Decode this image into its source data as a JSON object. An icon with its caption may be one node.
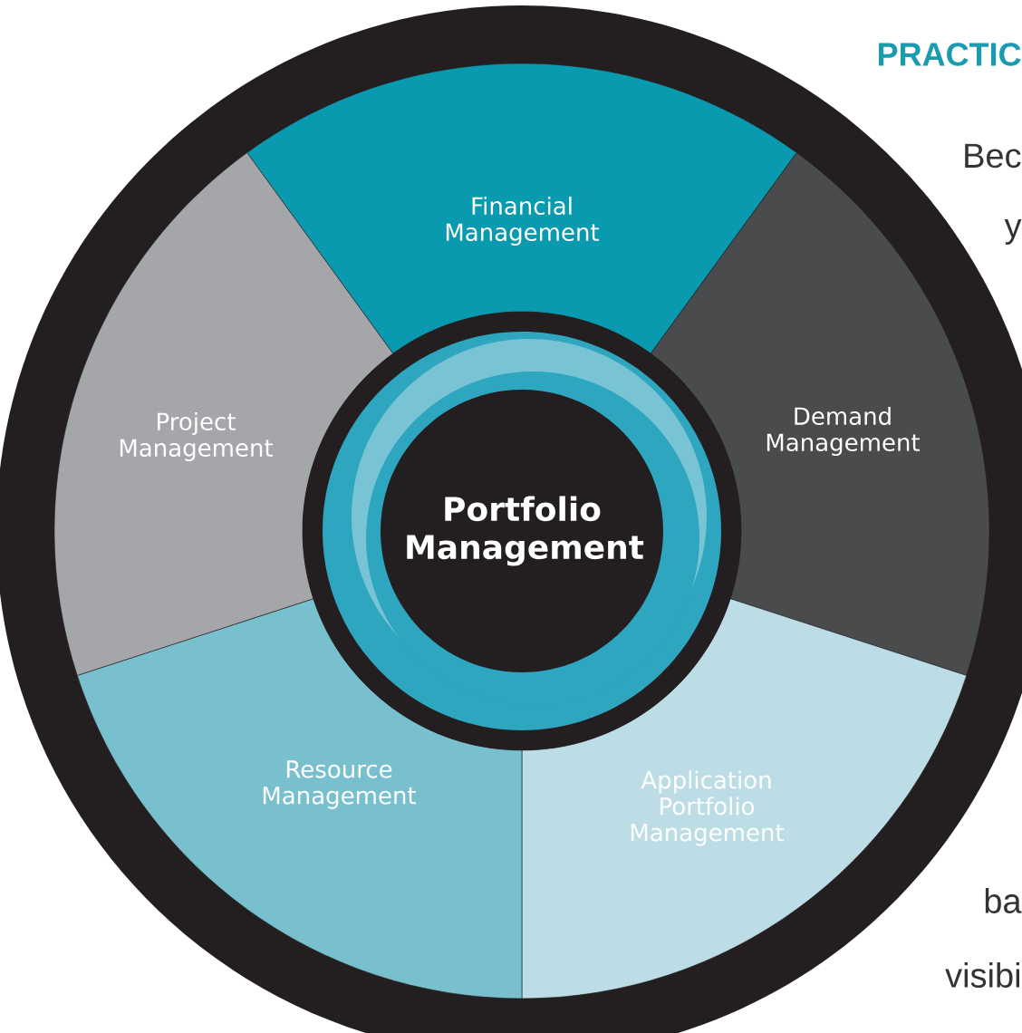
{
  "diagram": {
    "nodes": [
      {
        "text": [
          "Portfolio Management"
        ]
      },
      {
        "text": [
          "Financial Management"
        ]
      },
      {
        "text": [
          "Demand Management"
        ]
      },
      {
        "text": [
          "Application Portfolio Management"
        ]
      },
      {
        "text": [
          "Resource Management"
        ]
      },
      {
        "text": [
          "Project Management"
        ]
      }
    ],
    "labels": [
      "PRACTIC",
      "Bec",
      "y",
      "ba",
      "visibi"
    ]
  }
}
